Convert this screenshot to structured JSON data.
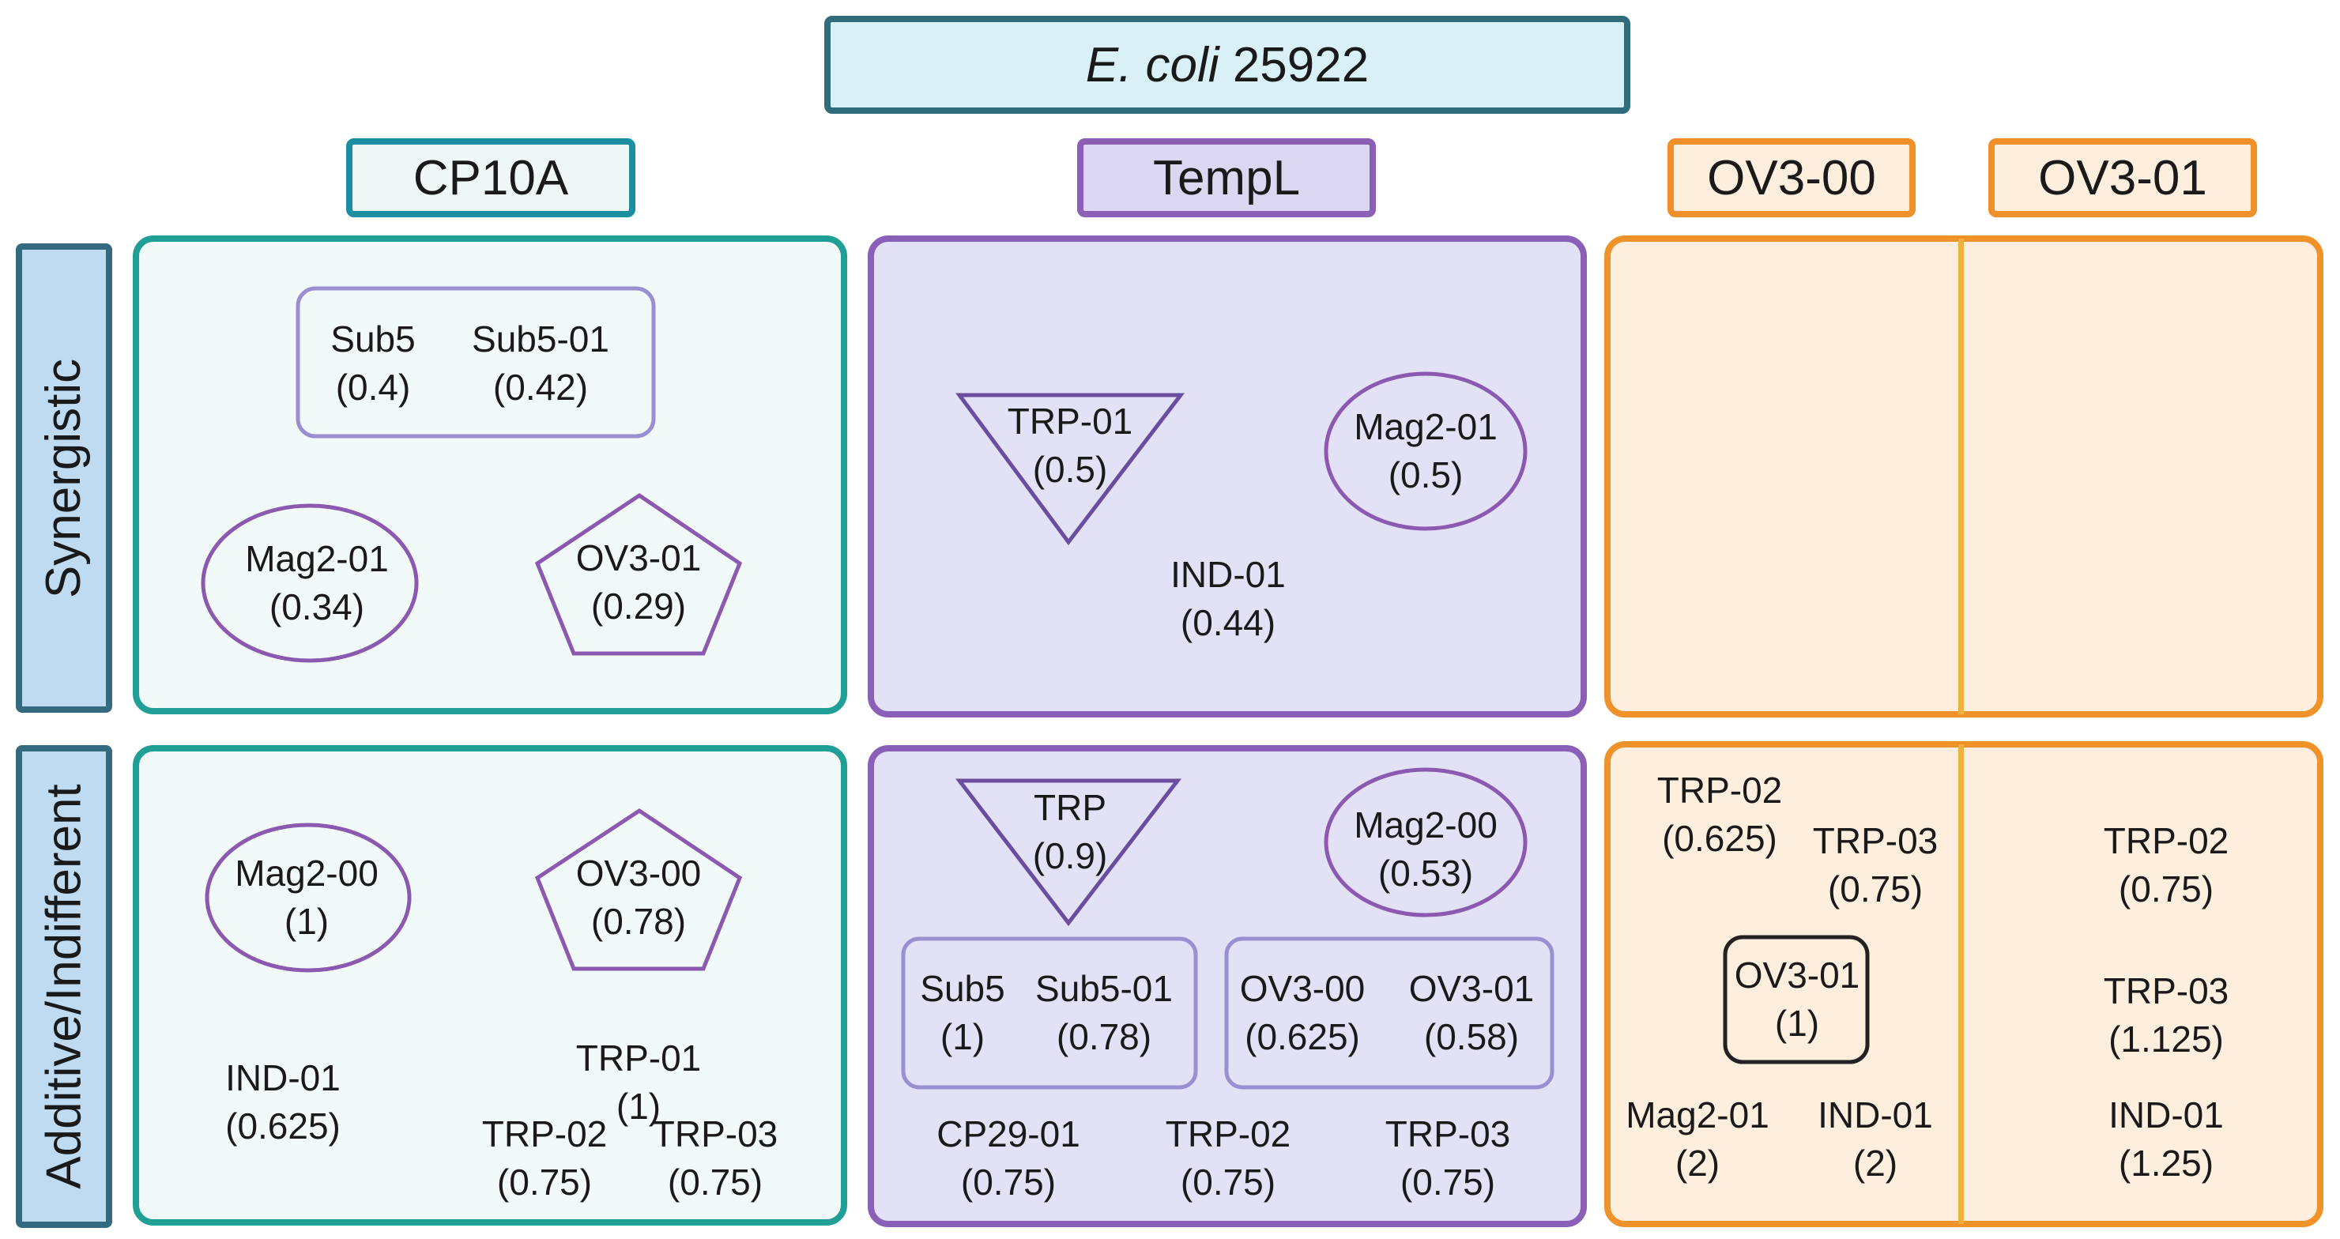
{
  "title": {
    "italic": "E. coli",
    "rest": " 25922"
  },
  "columns": {
    "cp10a": "CP10A",
    "templ": "TempL",
    "ov3_00": "OV3-00",
    "ov3_01": "OV3-01"
  },
  "rows": {
    "synergistic": "Synergistic",
    "additive": "Additive/Indifferent"
  },
  "colors": {
    "cp10a": "#1f9f95",
    "templ": "#8a5fb8",
    "ov3": "#f0922a",
    "row_label": "#bedbf2"
  },
  "cp10a": {
    "syn": {
      "sub5": {
        "name": "Sub5",
        "value": "(0.4)"
      },
      "sub5_01": {
        "name": "Sub5-01",
        "value": "(0.42)"
      },
      "mag2_01": {
        "name": "Mag2-01",
        "value": "(0.34)"
      },
      "ov3_01": {
        "name": "OV3-01",
        "value": "(0.29)"
      }
    },
    "add": {
      "mag2_00": {
        "name": "Mag2-00",
        "value": "(1)"
      },
      "ov3_00": {
        "name": "OV3-00",
        "value": "(0.78)"
      },
      "ind_01": {
        "name": "IND-01",
        "value": "(0.625)"
      },
      "trp_01": {
        "name": "TRP-01",
        "value": "(1)"
      },
      "trp_02": {
        "name": "TRP-02",
        "value": "(0.75)"
      },
      "trp_03": {
        "name": "TRP-03",
        "value": "(0.75)"
      }
    }
  },
  "templ": {
    "syn": {
      "trp_01": {
        "name": "TRP-01",
        "value": "(0.5)"
      },
      "mag2_01": {
        "name": "Mag2-01",
        "value": "(0.5)"
      },
      "ind_01": {
        "name": "IND-01",
        "value": "(0.44)"
      }
    },
    "add": {
      "trp": {
        "name": "TRP",
        "value": "(0.9)"
      },
      "mag2_00": {
        "name": "Mag2-00",
        "value": "(0.53)"
      },
      "sub5": {
        "name": "Sub5",
        "value": "(1)"
      },
      "sub5_01": {
        "name": "Sub5-01",
        "value": "(0.78)"
      },
      "ov3_00": {
        "name": "OV3-00",
        "value": "(0.625)"
      },
      "ov3_01": {
        "name": "OV3-01",
        "value": "(0.58)"
      },
      "cp29_01": {
        "name": "CP29-01",
        "value": "(0.75)"
      },
      "trp_02": {
        "name": "TRP-02",
        "value": "(0.75)"
      },
      "trp_03": {
        "name": "TRP-03",
        "value": "(0.75)"
      }
    }
  },
  "ov3_00": {
    "add": {
      "trp_02": {
        "name": "TRP-02",
        "value": "(0.625)"
      },
      "trp_03": {
        "name": "TRP-03",
        "value": "(0.75)"
      },
      "ov3_01": {
        "name": "OV3-01",
        "value": "(1)"
      },
      "mag2_01": {
        "name": "Mag2-01",
        "value": "(2)"
      },
      "ind_01": {
        "name": "IND-01",
        "value": "(2)"
      }
    }
  },
  "ov3_01": {
    "add": {
      "trp_02": {
        "name": "TRP-02",
        "value": "(0.75)"
      },
      "trp_03": {
        "name": "TRP-03",
        "value": "(1.125)"
      },
      "ind_01": {
        "name": "IND-01",
        "value": "(1.25)"
      }
    }
  }
}
